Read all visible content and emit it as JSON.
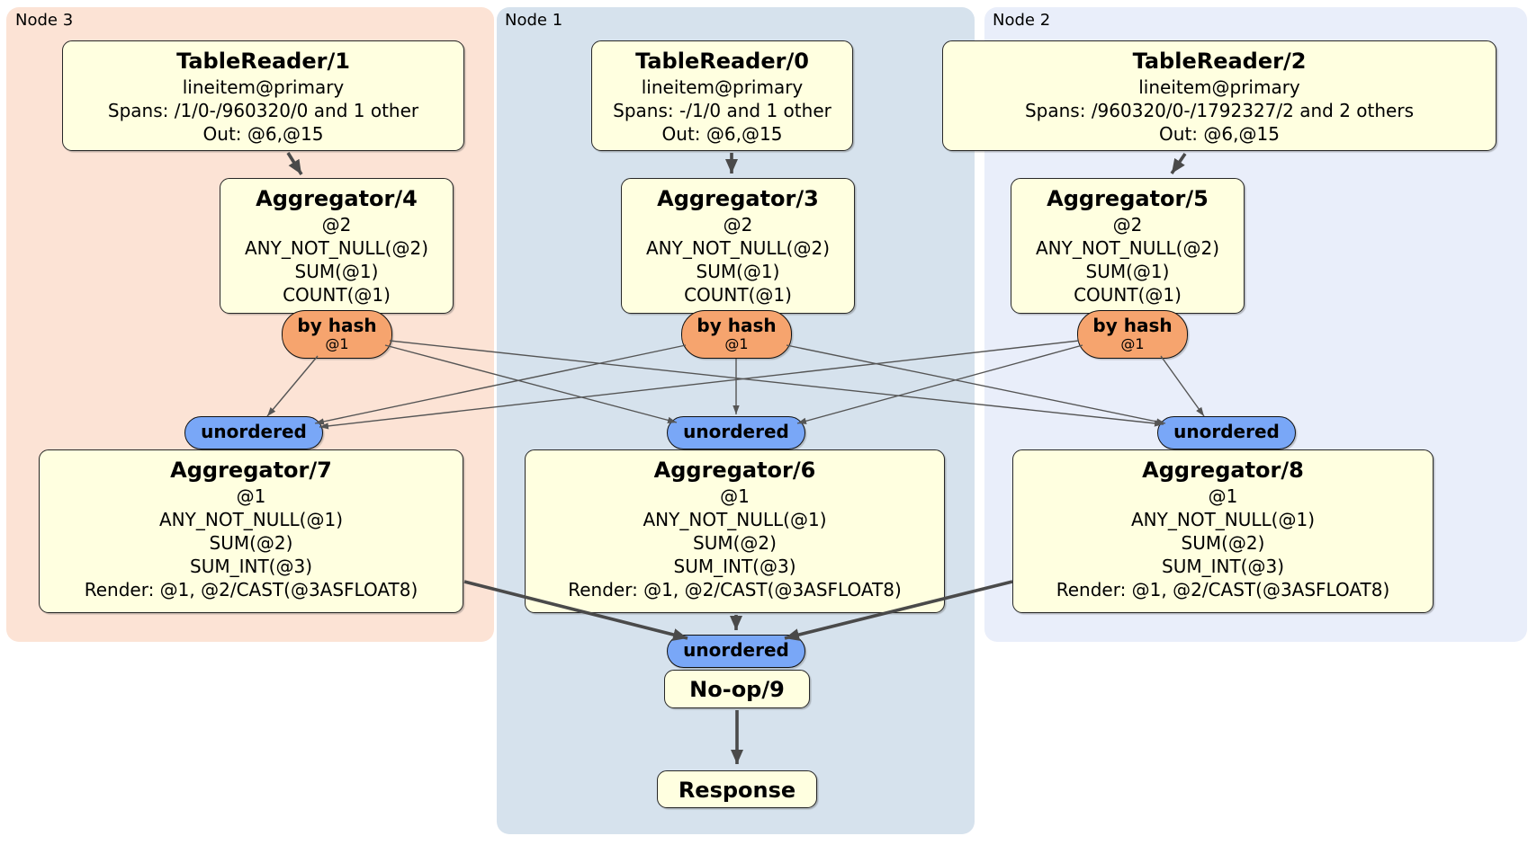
{
  "regions": [
    {
      "label": "Node 3"
    },
    {
      "label": "Node 1"
    },
    {
      "label": "Node 2"
    }
  ],
  "routers": {
    "by_hash": {
      "label": "by hash",
      "key": "@1"
    },
    "unordered": {
      "label": "unordered"
    }
  },
  "nodes": {
    "tr1": {
      "title": "TableReader/1",
      "lines": [
        "lineitem@primary",
        "Spans: /1/0-/960320/0 and 1 other",
        "Out: @6,@15"
      ]
    },
    "tr0": {
      "title": "TableReader/0",
      "lines": [
        "lineitem@primary",
        "Spans: -/1/0 and 1 other",
        "Out: @6,@15"
      ]
    },
    "tr2": {
      "title": "TableReader/2",
      "lines": [
        "lineitem@primary",
        "Spans: /960320/0-/1792327/2 and 2 others",
        "Out: @6,@15"
      ]
    },
    "agg4": {
      "title": "Aggregator/4",
      "lines": [
        "@2",
        "ANY_NOT_NULL(@2)",
        "SUM(@1)",
        "COUNT(@1)"
      ]
    },
    "agg3": {
      "title": "Aggregator/3",
      "lines": [
        "@2",
        "ANY_NOT_NULL(@2)",
        "SUM(@1)",
        "COUNT(@1)"
      ]
    },
    "agg5": {
      "title": "Aggregator/5",
      "lines": [
        "@2",
        "ANY_NOT_NULL(@2)",
        "SUM(@1)",
        "COUNT(@1)"
      ]
    },
    "agg7": {
      "title": "Aggregator/7",
      "lines": [
        "@1",
        "ANY_NOT_NULL(@1)",
        "SUM(@2)",
        "SUM_INT(@3)",
        "Render: @1, @2/CAST(@3ASFLOAT8)"
      ]
    },
    "agg6": {
      "title": "Aggregator/6",
      "lines": [
        "@1",
        "ANY_NOT_NULL(@1)",
        "SUM(@2)",
        "SUM_INT(@3)",
        "Render: @1, @2/CAST(@3ASFLOAT8)"
      ]
    },
    "agg8": {
      "title": "Aggregator/8",
      "lines": [
        "@1",
        "ANY_NOT_NULL(@1)",
        "SUM(@2)",
        "SUM_INT(@3)",
        "Render: @1, @2/CAST(@3ASFLOAT8)"
      ]
    },
    "noop": {
      "title": "No-op/9"
    },
    "response": {
      "title": "Response"
    }
  },
  "colors": {
    "node3_bg": "#fce3d5",
    "node1_bg": "#d6e2ed",
    "node2_bg": "#e9eefa",
    "box_bg": "#ffffe0",
    "box_border": "#272727",
    "by_hash_bg": "#f6a46e",
    "unordered_bg": "#79a7f7",
    "edge": "#555555",
    "thick_edge": "#4a4a4a"
  }
}
